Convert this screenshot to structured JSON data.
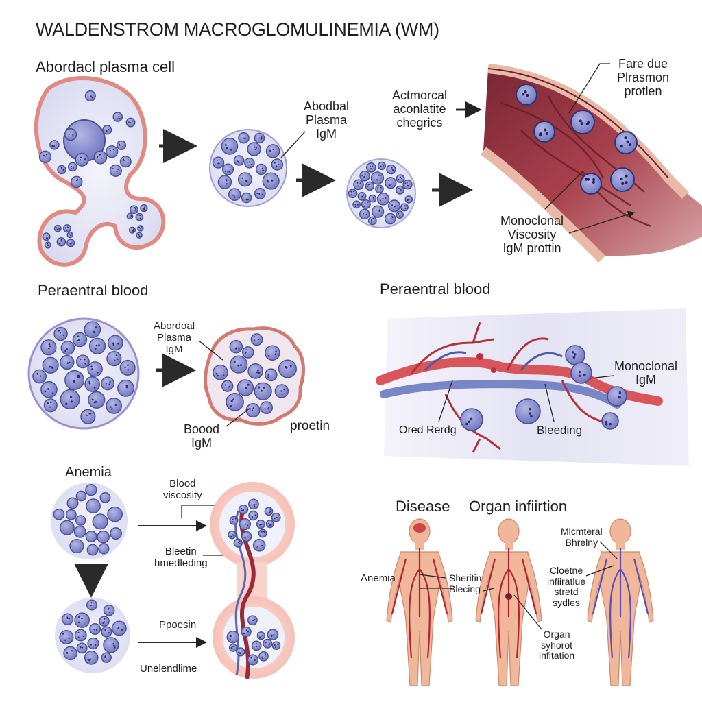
{
  "title": "WALDENSTROM MACROGLOMULINEMIA (WM)",
  "sections": {
    "top_left_heading": "Abordacl plasma cell",
    "mid_left_heading": "Peraentral blood",
    "mid_right_heading": "Peraentral blood",
    "anemia_heading": "Anemia",
    "disease_heading": "Disease",
    "organ_heading": "Organ infiirtion"
  },
  "labels": {
    "abnormal_plasma_igm_top": "Abodbal\nPlasma\nIgM",
    "abnormal_accumulate": "Actmorcal\naconlatite\nchegrics",
    "fare_due": "Fare due\nPlrasmon\nprotlen",
    "monoclonal_viscosity": "Monoclonal\nViscosity\nIgM prottin",
    "abnormal_plasma_igm_mid": "Abordoal\nPlasma\nIgM",
    "blood_igm": "Boood\nIgM",
    "protein": "proetin",
    "monoclonal_igm": "Monoclonal\nIgM",
    "ored_rerdg": "Ored Rerdg",
    "bleeding": "Bleeding",
    "blood_viscosity": "Blood\nviscosity",
    "bleetin_hmedleding": "Bleetin\nhmedleding",
    "ppoesin": "Ppoesin",
    "uneleendlime": "Unelendlime",
    "body_anemia": "Anemia",
    "sheitin_blecing": "Sheritin\nBlecing",
    "organ_syhorot": "Organ\nsyhorot\ninfitation",
    "mlcmteral_bhrelny": "Mlcmteral\nBhrelny",
    "cloetne_stredr": "Cloetne\ninfiiratlue\nstretd\nsydles"
  },
  "colors": {
    "cell_fill": "#8b8fce",
    "cell_stroke": "#4a4f8e",
    "plasma_bg": "#e8e8f6",
    "membrane": "#e28f87",
    "vessel_dark": "#8a2f3a",
    "vessel_mid": "#b24a55",
    "vessel_wall": "#e9b9a8",
    "skin": "#f0b79a",
    "arrow": "#2a2a2a"
  }
}
